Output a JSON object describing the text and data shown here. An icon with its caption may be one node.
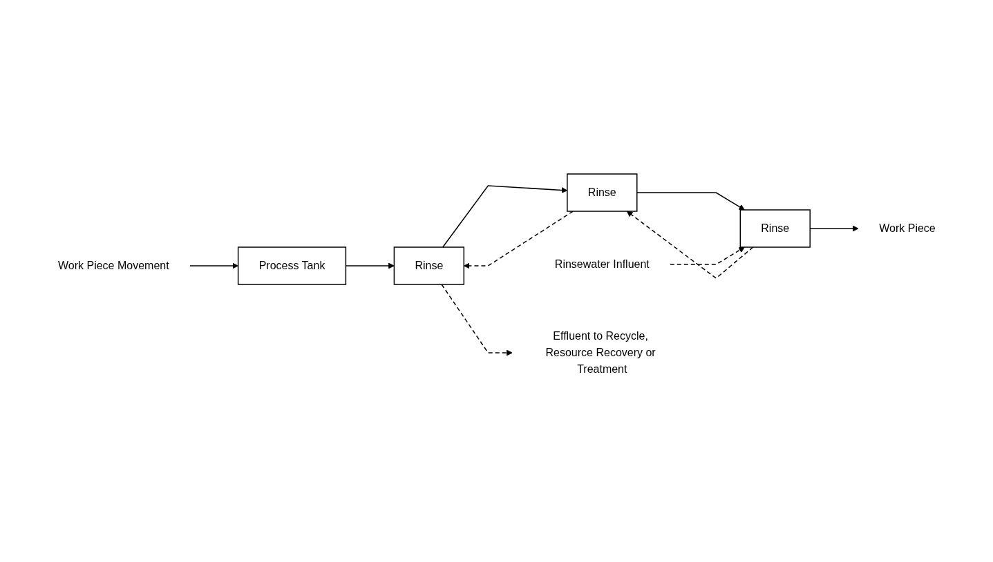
{
  "diagram": {
    "nodes": [
      {
        "text": [
          "Work Piece Movement"
        ]
      },
      {
        "text": [
          "Process Tank"
        ]
      },
      {
        "text": [
          "Rinse"
        ]
      },
      {
        "text": [
          "Rinse"
        ]
      },
      {
        "text": [
          "Rinse"
        ]
      },
      {
        "text": [
          "Work Piece"
        ]
      },
      {
        "text": [
          "Rinsewater Influent"
        ]
      },
      {
        "text": [
          "Effluent to Recycle, Resource Recovery or Treatment"
        ]
      }
    ],
    "edges": [
      {
        "from": 0,
        "to": 1,
        "arrow": "to"
      },
      {
        "from": 1,
        "to": 2,
        "arrow": "to"
      },
      {
        "from": 2,
        "to": 3,
        "arrow": "to"
      },
      {
        "from": 3,
        "to": 4,
        "arrow": "to"
      },
      {
        "from": 4,
        "to": 5,
        "arrow": "to"
      },
      {
        "from": 6,
        "to": 4,
        "arrow": "to",
        "style": "dashed"
      },
      {
        "from": 4,
        "to": 3,
        "arrow": "to",
        "style": "dashed"
      },
      {
        "from": 3,
        "to": 2,
        "arrow": "to",
        "style": "dashed"
      },
      {
        "from": 2,
        "to": 7,
        "arrow": "to",
        "style": "dashed"
      }
    ]
  }
}
